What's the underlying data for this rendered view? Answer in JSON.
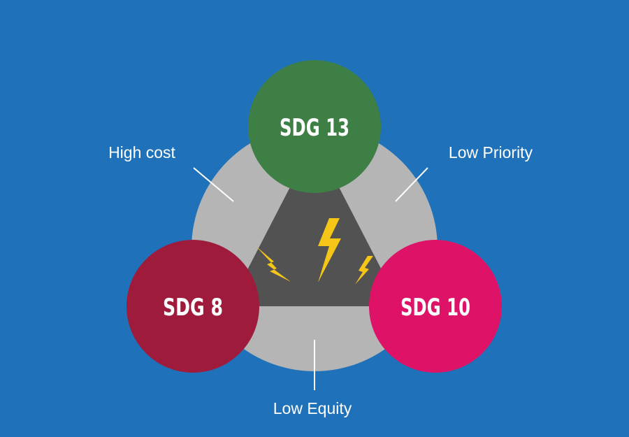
{
  "colors": {
    "background": "#1F72BA",
    "ring": "#B5B5B5",
    "triangle": "#525252",
    "bolt": "#F5C518",
    "sdg13": "#3E7F45",
    "sdg8": "#9E1B3B",
    "sdg10": "#DE1267",
    "label_text": "#FFFFFF",
    "connector": "#FFFFFF"
  },
  "icons": [
    "lightning-bolt-icon",
    "lightning-bolt-icon",
    "lightning-bolt-icon"
  ],
  "nodes": {
    "top": {
      "label": "SDG 13"
    },
    "left": {
      "label": "SDG 8"
    },
    "right": {
      "label": "SDG 10"
    }
  },
  "tensions": {
    "left": "High cost",
    "right": "Low Priority",
    "bottom": "Low Equity"
  }
}
